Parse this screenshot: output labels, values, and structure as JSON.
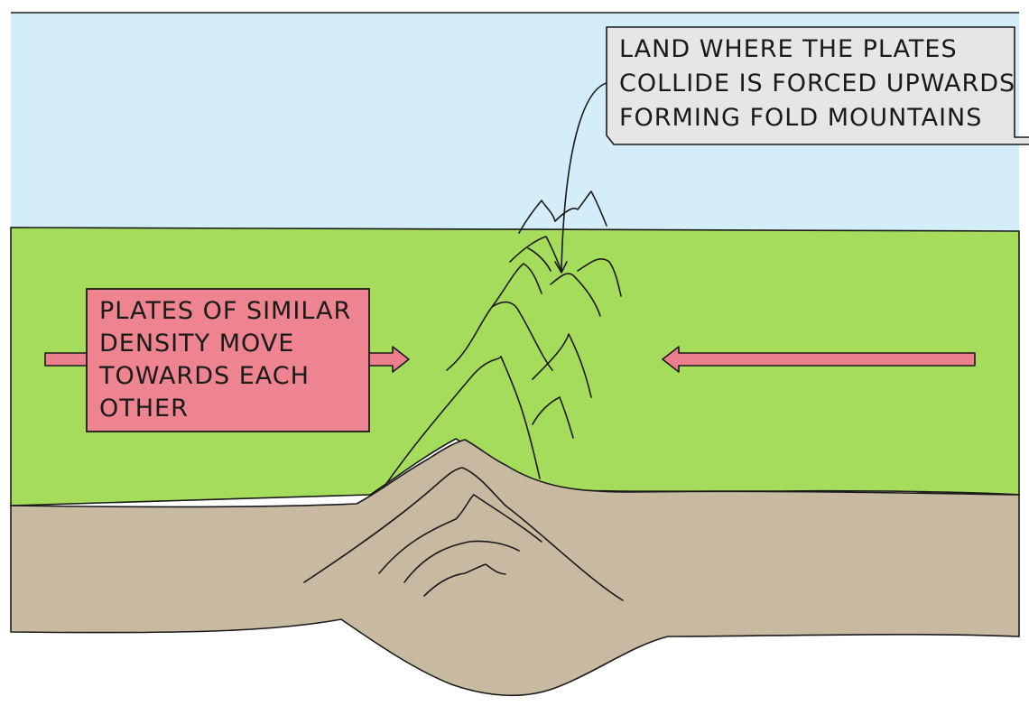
{
  "colors": {
    "sky": "#d3eef8",
    "land": "#a6dc5c",
    "crust": "#c8baa0",
    "arrow_fill": "#ec7f8e",
    "plates_box_fill": "#ee8490",
    "callout_fill": "#e6e6e6",
    "outline": "#1a1a1a"
  },
  "labels": {
    "collision": [
      "LAND WHERE THE PLATES",
      "COLLIDE IS FORCED UPWARDS",
      "FORMING FOLD MOUNTAINS"
    ],
    "plates": [
      "PLATES OF SIMILAR",
      "DENSITY MOVE",
      "TOWARDS EACH",
      "OTHER"
    ]
  },
  "arrows": {
    "left_direction": "right",
    "right_direction": "left"
  },
  "icons": {
    "left_arrow": "arrow-right-icon",
    "right_arrow": "arrow-left-icon"
  }
}
